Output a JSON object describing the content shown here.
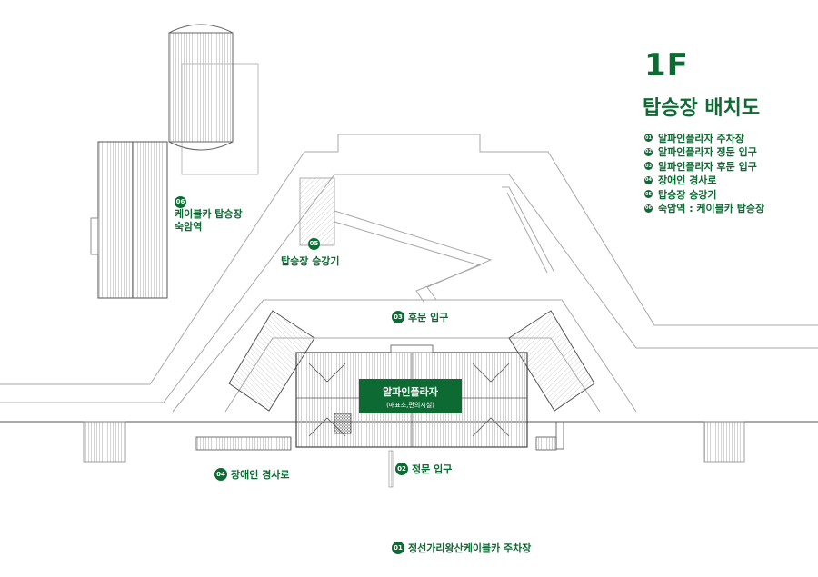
{
  "header": {
    "floor": "1F",
    "title": "탑승장 배치도"
  },
  "legend": [
    {
      "num": "01",
      "text": "알파인플라자 주차장"
    },
    {
      "num": "02",
      "text": "알파인플라자 정문 입구"
    },
    {
      "num": "03",
      "text": "알파인플라자 후문 입구"
    },
    {
      "num": "04",
      "text": "장애인 경사로"
    },
    {
      "num": "05",
      "text": "탑승장 승강기"
    },
    {
      "num": "06",
      "text": "숙암역 : 케이블카 탑승장"
    }
  ],
  "labels": {
    "l06": {
      "num": "06",
      "line1": "케이블카 탑승장",
      "line2": "숙암역"
    },
    "l05": {
      "num": "05",
      "text": "탑승장 승강기"
    },
    "l03": {
      "num": "03",
      "text": "후문 입구"
    },
    "l02": {
      "num": "02",
      "text": "정문 입구"
    },
    "l04": {
      "num": "04",
      "text": "장애인 경사로"
    },
    "l01": {
      "num": "01",
      "text": "정선가리왕산케이블카 주차장"
    }
  },
  "plaza": {
    "name": "알파인플라자",
    "sub": "(매표소,편의시설)"
  },
  "colors": {
    "accent": "#0d6a33",
    "line": "#9a9a9a"
  }
}
